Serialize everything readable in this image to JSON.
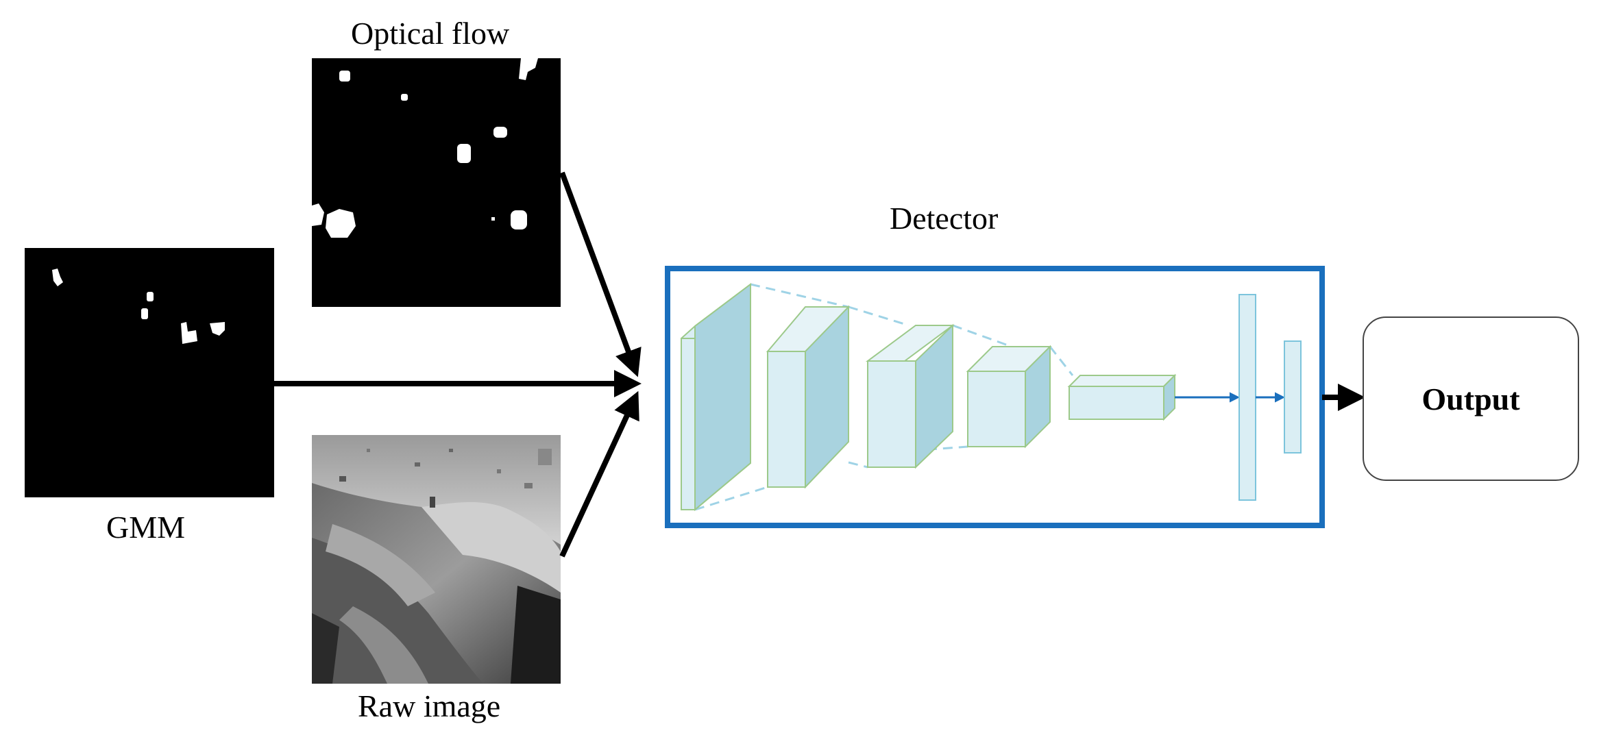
{
  "labels": {
    "optical_flow": "Optical flow",
    "gmm": "GMM",
    "raw_image": "Raw image",
    "detector": "Detector",
    "output": "Output"
  },
  "colors": {
    "detector_border": "#1a6fbd",
    "layer_front": "#daeef4",
    "layer_side": "#a9d3df",
    "layer_edge": "#9cc98a",
    "connector": "#9fd3e6",
    "arrow": "#000000",
    "fc_arrow": "#1a6fbd"
  }
}
